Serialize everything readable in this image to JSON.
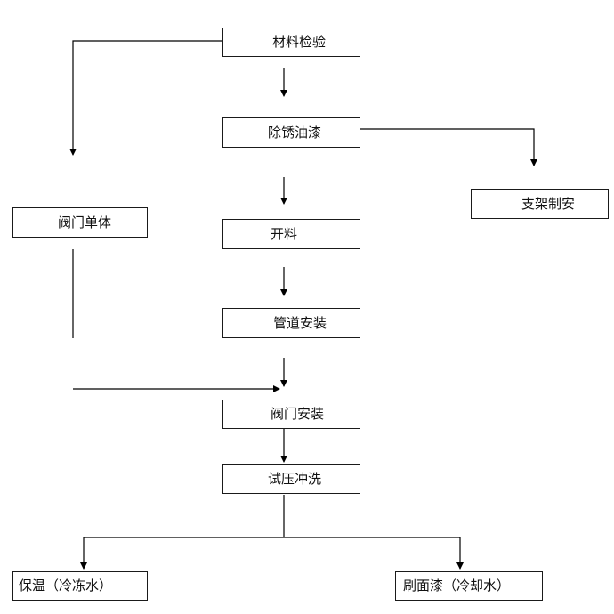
{
  "nodes": {
    "material_inspection": "材料检验",
    "rust_removal_paint": "除锈油漆",
    "support_fabrication": "支架制安",
    "valve_unit": "阀门单体",
    "cutting": "开料",
    "pipe_installation": "管道安装",
    "valve_installation": "阀门安装",
    "pressure_test_flush": "试压冲洗",
    "insulation_chilled_water": "保温（冷冻水）",
    "finish_paint_cooling_water": "刷面漆（冷却水）"
  },
  "colors": {
    "line": "#000000",
    "border": "#1a1a1a",
    "text": "#111111"
  }
}
